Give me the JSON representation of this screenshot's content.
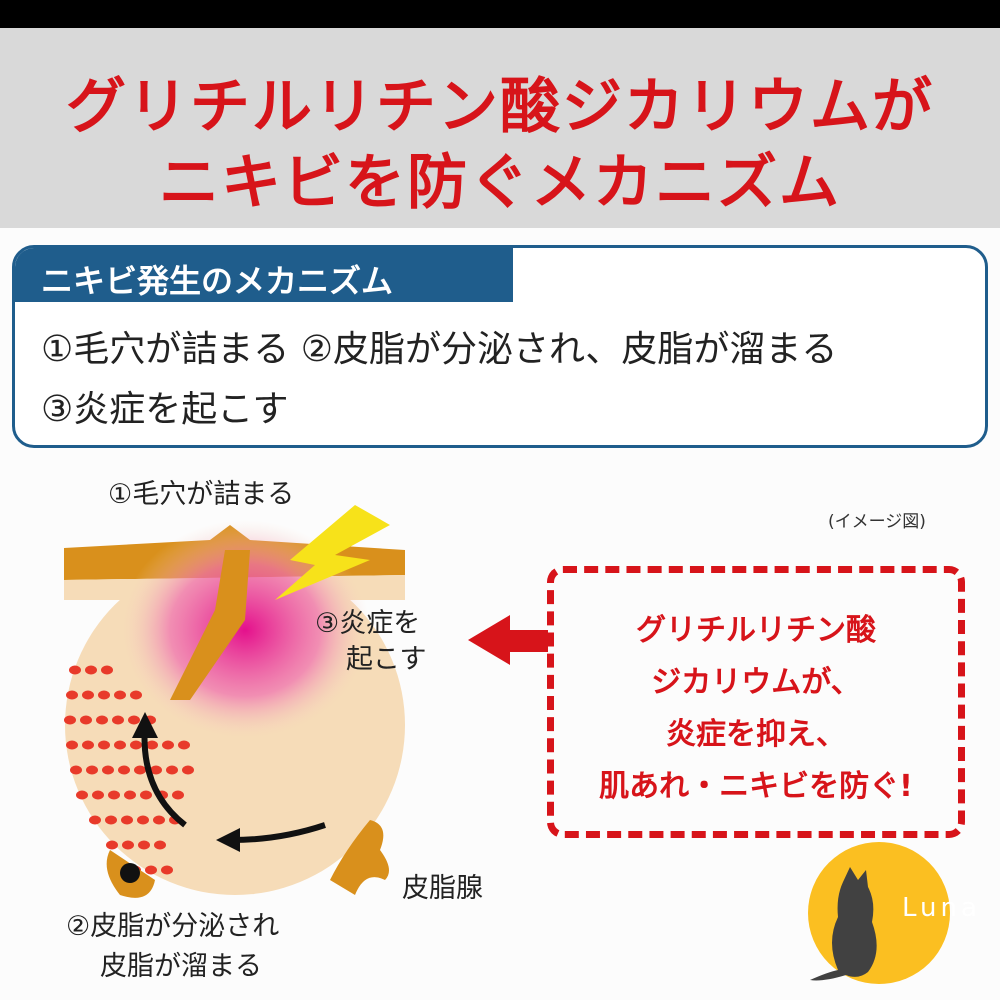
{
  "title": {
    "line1": "グリチルリチン酸ジカリウムが",
    "line2": "ニキビを防ぐメカニズム"
  },
  "mechanism_box": {
    "header": "ニキビ発生のメカニズム",
    "line1": "①毛穴が詰まる ②皮脂が分泌され、皮脂が溜まる",
    "line2": "③炎症を起こす"
  },
  "diagram": {
    "label_step1": "①毛穴が詰まる",
    "label_step3_a": "③炎症を",
    "label_step3_b": "起こす",
    "label_gland": "皮脂腺",
    "label_step2_a": "②皮脂が分泌され",
    "label_step2_b": "皮脂が溜まる",
    "note": "(イメージ図)"
  },
  "callout": {
    "lines": [
      "グリチルリチン酸",
      "ジカリウムが、",
      "炎症を抑え、",
      "肌あれ・ニキビを防ぐ!"
    ]
  },
  "logo": {
    "text": "Luna"
  },
  "colors": {
    "accent_red": "#d7141a",
    "header_blue": "#1f5d8c",
    "logo_yellow": "#fbbf21"
  }
}
